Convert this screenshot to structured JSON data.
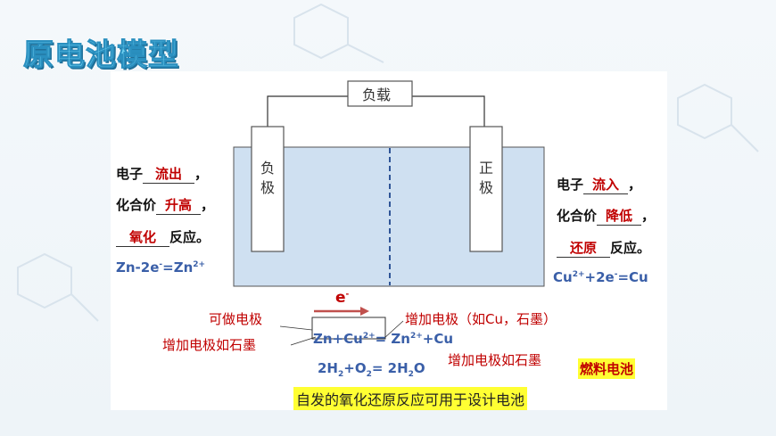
{
  "title": "原电池模型",
  "load_label": "负载",
  "left_electrode": "负极",
  "right_electrode": "正极",
  "left": {
    "line1_prefix": "电子",
    "line1_blank": "流出",
    "line1_suffix": "，",
    "line2_prefix": "化合价",
    "line2_blank": "升高",
    "line2_suffix": "，",
    "line3_blank": "氧化",
    "line3_suffix": "反应。",
    "equation_main": "Zn-2e",
    "equation_sup1": "-",
    "equation_mid": "=Zn",
    "equation_sup2": "2+"
  },
  "right": {
    "line1_prefix": "电子",
    "line1_blank": "流入",
    "line1_suffix": "，",
    "line2_prefix": "化合价",
    "line2_blank": "降低",
    "line2_suffix": "，",
    "line3_blank": "还原",
    "line3_suffix": "反应。",
    "equation_a": "Cu",
    "equation_sup1": "2+",
    "equation_b": "+2e",
    "equation_sup2": "-",
    "equation_c": "=Cu"
  },
  "electron": {
    "label": "e",
    "sup": "-"
  },
  "annotations": {
    "can_electrode": "可做电极",
    "add_electrode_cu": "增加电极（如Cu，石墨）",
    "add_electrode_graphite_left": "增加电极如石墨",
    "add_electrode_graphite_right": "增加电极如石墨"
  },
  "reaction1": {
    "a": "Zn+Cu",
    "sup1": "2+",
    "b": "= Zn",
    "sup2": "2+",
    "c": "+Cu"
  },
  "reaction2": {
    "a": "2H",
    "sub1": "2",
    "b": "+O",
    "sub2": "2",
    "c": "= 2H",
    "sub3": "2",
    "d": "O"
  },
  "fuel_cell": "燃料电池",
  "conclusion": "自发的氧化还原反应可用于设计电池",
  "colors": {
    "title_fill": "#6fd0f0",
    "red_text": "#c00000",
    "equation_blue": "#3a5fa8",
    "highlight": "#ffff33",
    "electrolyte": "#cfe0f1"
  }
}
